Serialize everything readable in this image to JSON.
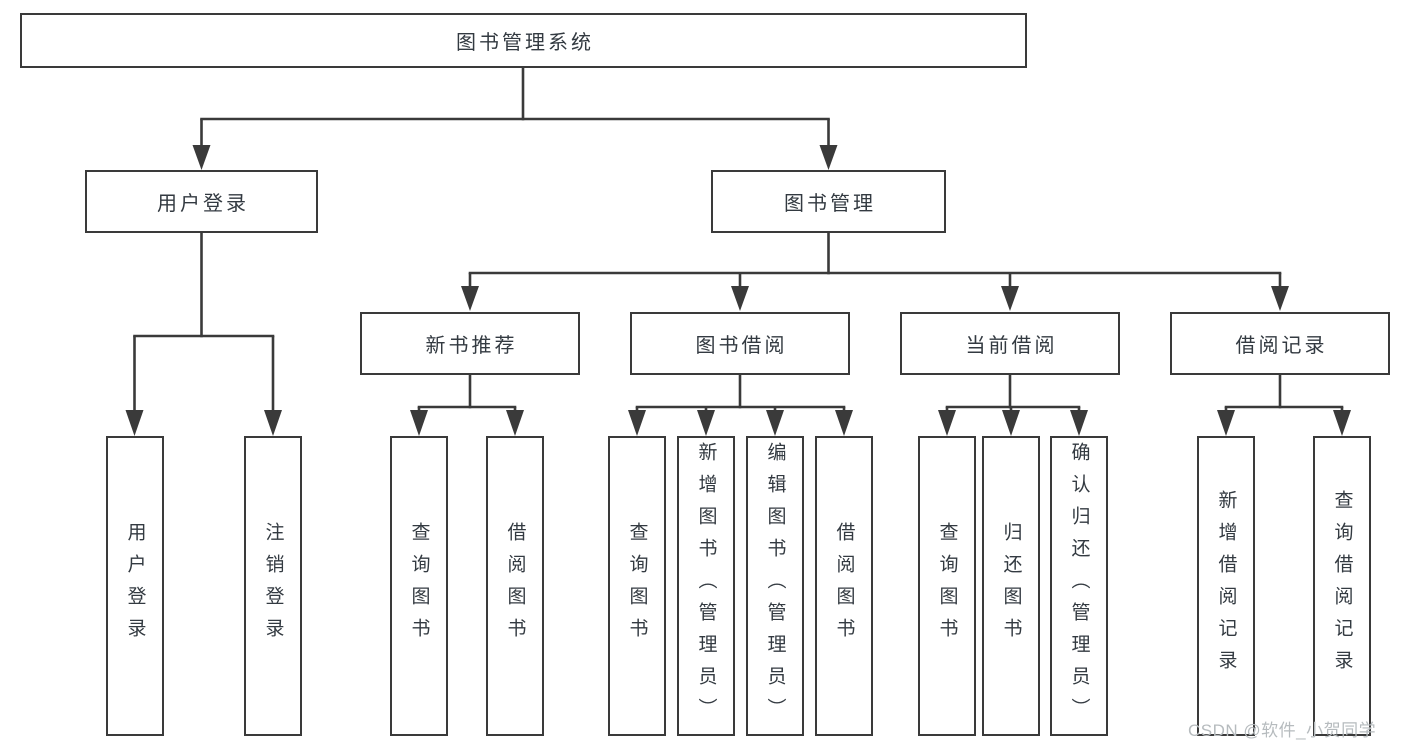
{
  "diagram": {
    "type": "hierarchy-flowchart",
    "tree": {
      "root": {
        "label": "图书管理系统"
      },
      "children": [
        {
          "label": "用户登录",
          "children": [
            {
              "label": "用户登录"
            },
            {
              "label": "注销登录"
            }
          ]
        },
        {
          "label": "图书管理",
          "children": [
            {
              "label": "新书推荐",
              "children": [
                {
                  "label": "查询图书"
                },
                {
                  "label": "借阅图书"
                }
              ]
            },
            {
              "label": "图书借阅",
              "children": [
                {
                  "label": "查询图书"
                },
                {
                  "label": "新增图书（管理员）"
                },
                {
                  "label": "编辑图书（管理员）"
                },
                {
                  "label": "借阅图书"
                }
              ]
            },
            {
              "label": "当前借阅",
              "children": [
                {
                  "label": "查询图书"
                },
                {
                  "label": "归还图书"
                },
                {
                  "label": "确认归还（管理员）"
                }
              ]
            },
            {
              "label": "借阅记录",
              "children": [
                {
                  "label": "新增借阅记录"
                },
                {
                  "label": "查询借阅记录"
                }
              ]
            }
          ]
        }
      ]
    },
    "colors": {
      "line": "#3a3a3a",
      "text": "#333a41",
      "background": "#ffffff",
      "watermark_text": "#b6bbbe"
    }
  },
  "watermark": {
    "text": "CSDN @软件_小贺同学"
  }
}
